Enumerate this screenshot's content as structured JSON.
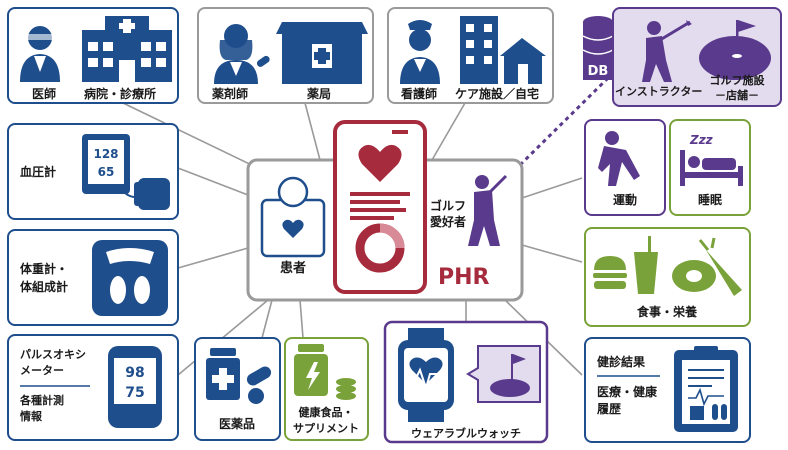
{
  "colors": {
    "navy": "#1f4e8c",
    "line": "#9a9a9a",
    "purple": "#5a3a8c",
    "purple_bg": "#e3dcef",
    "green": "#7aa23a",
    "red": "#a62b3c",
    "text": "#1a1a1a"
  },
  "center": {
    "patient_label": "患者",
    "golfer_label_1": "ゴルフ",
    "golfer_label_2": "愛好者",
    "phr_label": "PHR"
  },
  "nodes": {
    "doctor": "医師",
    "hospital": "病院・診療所",
    "pharmacist": "薬剤師",
    "pharmacy": "薬局",
    "nurse": "看護師",
    "care": "ケア施設／自宅",
    "db": "DB",
    "instructor": "インストラクター",
    "golf_facility_1": "ゴルフ施設",
    "golf_facility_2": "－店舗－",
    "bp": "血圧計",
    "bp_reading_1": "128",
    "bp_reading_2": "65",
    "scale_1": "体重計・",
    "scale_2": "体組成計",
    "pulse_1": "パルスオキシ",
    "pulse_2": "メーター",
    "meter_1": "各種計測",
    "meter_2": "情報",
    "oxi_1": "98",
    "oxi_2": "75",
    "medicine": "医薬品",
    "supplement_1": "健康食品・",
    "supplement_2": "サプリメント",
    "wearable": "ウェアラブルウォッチ",
    "exercise": "運動",
    "sleep": "睡眠",
    "zzz": "Zzz",
    "food": "食事・栄養",
    "checkup_1": "健診結果",
    "checkup_2": "医療・健康",
    "checkup_3": "履歴"
  }
}
